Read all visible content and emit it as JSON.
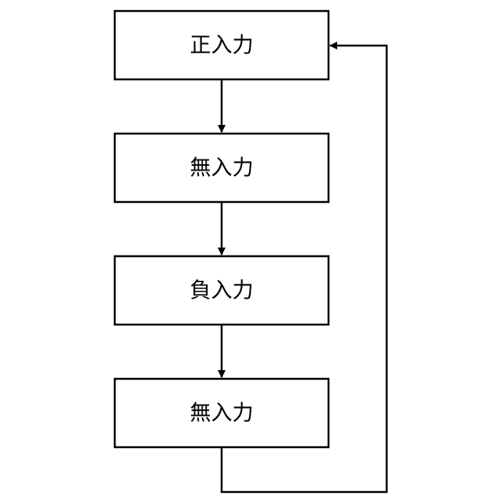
{
  "diagram": {
    "nodes": [
      {
        "id": "n1",
        "label": "正入力"
      },
      {
        "id": "n2",
        "label": "無入力"
      },
      {
        "id": "n3",
        "label": "負入力"
      },
      {
        "id": "n4",
        "label": "無入力"
      }
    ],
    "edges": [
      {
        "from": "n1",
        "to": "n2"
      },
      {
        "from": "n2",
        "to": "n3"
      },
      {
        "from": "n3",
        "to": "n4"
      },
      {
        "from": "n4",
        "to": "n1",
        "kind": "loop-back"
      }
    ],
    "colors": {
      "stroke": "#000000",
      "background": "#ffffff"
    }
  }
}
